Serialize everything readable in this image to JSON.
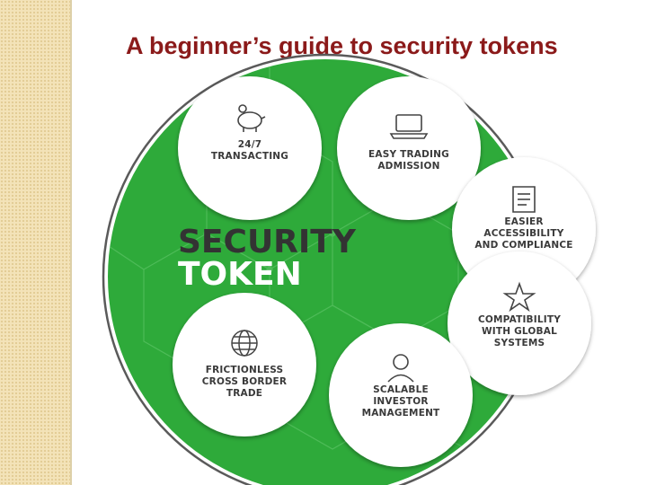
{
  "slide": {
    "title": "A beginner’s guide to security tokens"
  },
  "diagram": {
    "center_line1": "SECURITY",
    "center_line2": "TOKEN",
    "colors": {
      "green": "#2eaa3a",
      "center_dark": "#333333",
      "center_light": "#ffffff",
      "title": "#8b1a1a"
    },
    "nodes": [
      {
        "icon": "piggy-bank-icon",
        "lines": [
          "24/7",
          "TRANSACTING"
        ]
      },
      {
        "icon": "laptop-icon",
        "lines": [
          "EASY TRADING",
          "ADMISSION"
        ]
      },
      {
        "icon": "scroll-document-icon",
        "lines": [
          "EASIER",
          "ACCESSIBILITY",
          "AND COMPLIANCE"
        ]
      },
      {
        "icon": "star-icon",
        "lines": [
          "COMPATIBILITY",
          "WITH GLOBAL",
          "SYSTEMS"
        ]
      },
      {
        "icon": "investor-person-icon",
        "lines": [
          "SCALABLE",
          "INVESTOR",
          "MANAGEMENT"
        ]
      },
      {
        "icon": "globe-icon",
        "lines": [
          "FRICTIONLESS",
          "CROSS BORDER",
          "TRADE"
        ]
      }
    ]
  }
}
